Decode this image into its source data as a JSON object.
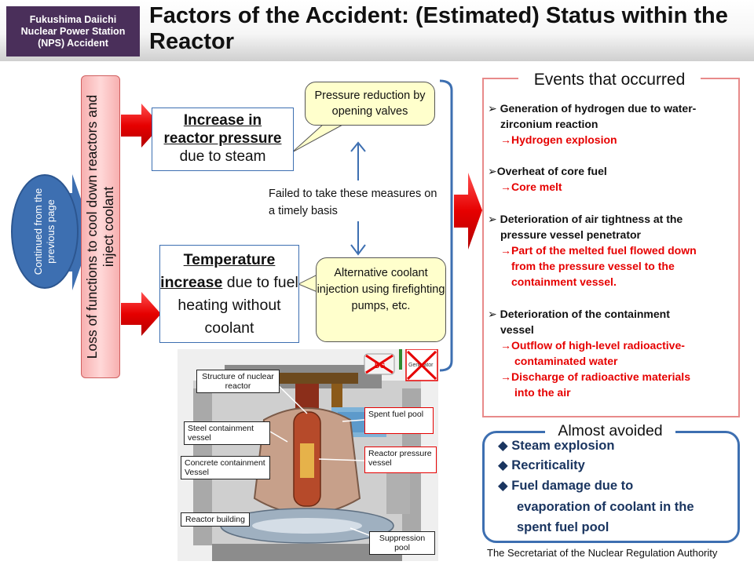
{
  "header": {
    "label_lines": [
      "Fukushima Daiichi",
      "Nuclear Power Station",
      "(NPS) Accident"
    ],
    "title": "Factors of the Accident: (Estimated) Status within the Reactor"
  },
  "left": {
    "continued": "Continued from the previous page",
    "loss": "Loss of functions to cool down reactors and inject coolant"
  },
  "pressure": {
    "bold": "Increase in reactor pressure",
    "rest": "due to steam"
  },
  "temperature": {
    "bold": "Temperature increase",
    "rest": "due to fuel heating without coolant"
  },
  "measures": {
    "valve": "Pressure reduction by opening valves",
    "alt": "Alternative coolant injection using firefighting pumps, etc.",
    "failed": "Failed to take these measures on a timely basis"
  },
  "events": {
    "title": "Events that occurred",
    "items": [
      {
        "cause_lines": [
          "Generation of hydrogen due to water-",
          "zirconium reaction"
        ],
        "result_lines": [
          "→Hydrogen explosion"
        ]
      },
      {
        "cause_lines": [
          "Overheat of core fuel"
        ],
        "result_lines": [
          "→Core melt"
        ]
      },
      {
        "cause_lines": [
          "Deterioration of air tightness at the",
          "pressure vessel penetrator"
        ],
        "result_lines": [
          "→Part of the melted fuel flowed down",
          "from the pressure vessel to the",
          "containment vessel."
        ]
      },
      {
        "cause_lines": [
          "Deterioration of the containment",
          "vessel"
        ],
        "result_lines": [
          "→Outflow of high-level radioactive-",
          "contaminated water",
          "→Discharge of radioactive materials",
          "into the air"
        ]
      }
    ]
  },
  "avoided": {
    "title": "Almost avoided",
    "items": [
      "Steam explosion",
      "Recriticality",
      "Fuel damage due to",
      "evaporation of coolant in the",
      "spent fuel pool"
    ]
  },
  "reactor": {
    "labels": {
      "structure": "Structure of nuclear reactor",
      "steel": "Steel containment vessel",
      "concrete": "Concrete containment Vessel",
      "building": "Reactor building",
      "spent": "Spent fuel pool",
      "rpv": "Reactor pressure vessel",
      "suppression": "Suppression pool"
    },
    "dg": "DG",
    "generator": "Generator"
  },
  "footer": "The Secretariat of the Nuclear Regulation Authority",
  "colors": {
    "header_label_bg": "#4a2f5a",
    "arrow_red": "#e60000",
    "blue": "#3d6fb1",
    "bubble_bg": "#ffffcc",
    "events_border": "#e88a8a"
  },
  "icons": [
    "arrow-right-icon",
    "arrow-updown-icon",
    "bracket-icon",
    "diamond-bullet-icon",
    "chevron-bullet-icon",
    "cross-icon"
  ]
}
